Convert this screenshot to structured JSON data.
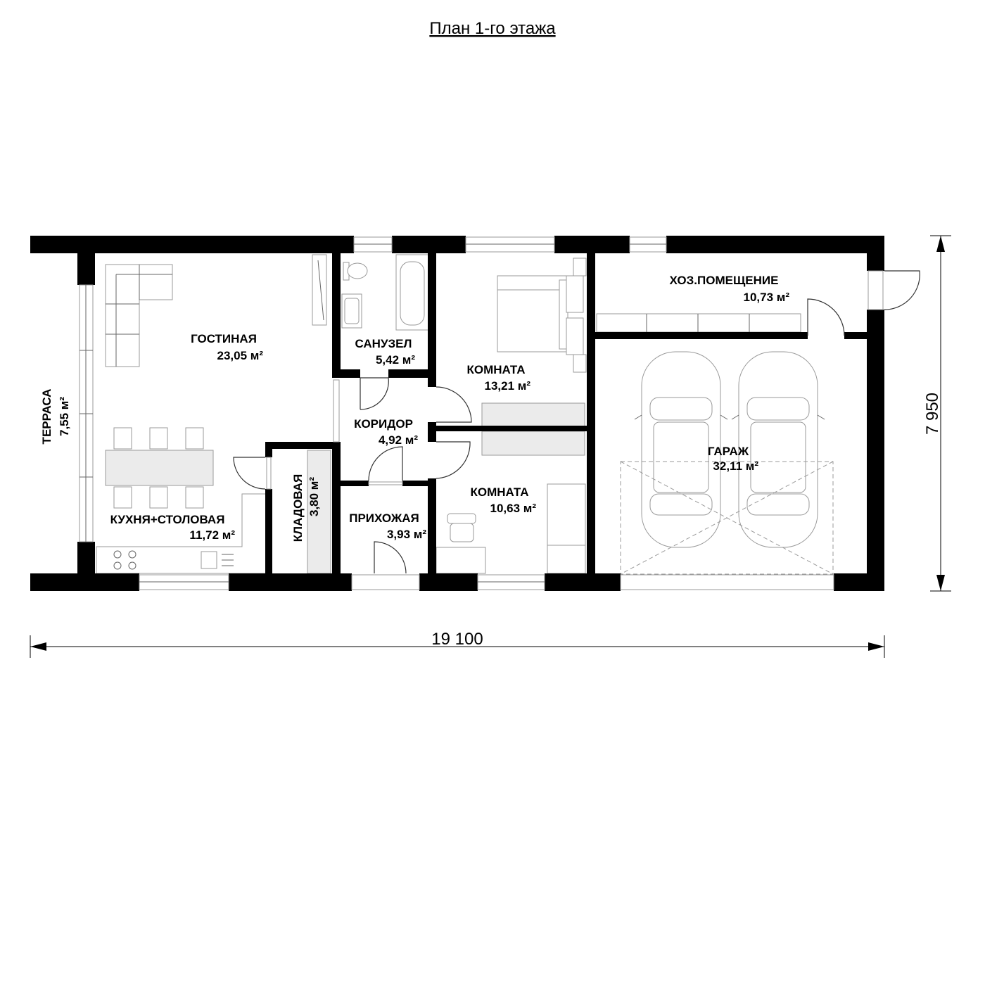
{
  "title": "План 1-го этажа",
  "rooms": {
    "living": {
      "name": "ГОСТИНАЯ",
      "area": "23,05 м²"
    },
    "kitchen": {
      "name": "КУХНЯ+СТОЛОВАЯ",
      "area": "11,72 м²"
    },
    "terrace": {
      "name": "ТЕРРАСА",
      "area": "7,55 м²"
    },
    "pantry": {
      "name": "КЛАДОВАЯ",
      "area": "3,80 м²"
    },
    "bathroom": {
      "name": "САНУЗЕЛ",
      "area": "5,42 м²"
    },
    "corridor": {
      "name": "КОРИДОР",
      "area": "4,92 м²"
    },
    "hall": {
      "name": "ПРИХОЖАЯ",
      "area": "3,93 м²"
    },
    "room1": {
      "name": "КОМНАТА",
      "area": "13,21 м²"
    },
    "room2": {
      "name": "КОМНАТА",
      "area": "10,63 м²"
    },
    "utility": {
      "name": "ХОЗ.ПОМЕЩЕНИЕ",
      "area": "10,73 м²"
    },
    "garage": {
      "name": "ГАРАЖ",
      "area": "32,11 м²"
    }
  },
  "dimensions": {
    "width": "19 100",
    "depth": "7 950"
  }
}
